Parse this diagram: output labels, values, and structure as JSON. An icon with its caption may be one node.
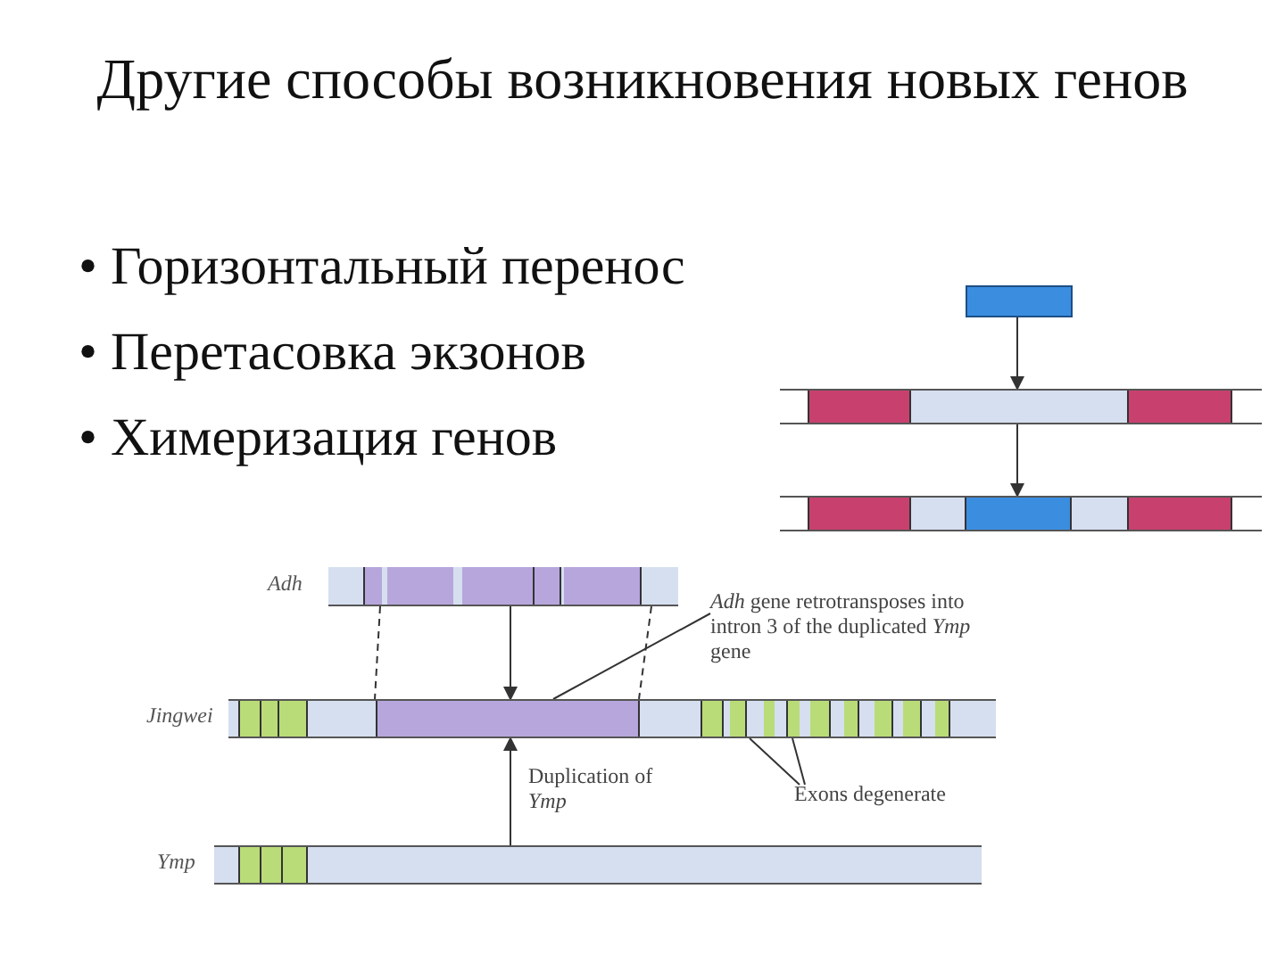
{
  "diagram": {
    "title": "Другие способы возникновения новых генов",
    "nodes": [
      {
        "text": [],
        "shape": "bar"
      },
      {
        "text": [],
        "shape": "bar"
      },
      {
        "text": [],
        "shape": "bar"
      },
      {
        "text": [],
        "shape": "bar",
        "beside": [
          "Adh"
        ]
      },
      {
        "text": [],
        "shape": "bar",
        "beside": [
          "Jingwei"
        ]
      },
      {
        "text": [],
        "shape": "bar",
        "beside": [
          "Ymp"
        ]
      },
      {
        "text": [
          "*Adh* gene retrotransposes into intron 3 of the duplicated *Ymp* gene"
        ]
      },
      {
        "text": [
          "Exons degenerate"
        ]
      }
    ],
    "edges": [
      {
        "from": 0,
        "to": 1,
        "arrow": "to"
      },
      {
        "from": 1,
        "to": 2,
        "arrow": "to"
      },
      {
        "from": 3,
        "to": 4,
        "arrow": "none",
        "style": "dashed"
      },
      {
        "from": 3,
        "to": 4,
        "arrow": "none",
        "style": "dashed"
      },
      {
        "from": 3,
        "to": 4,
        "arrow": "to"
      },
      {
        "from": 5,
        "to": 4,
        "arrow": "to",
        "label": "Duplication of *Ymp*"
      },
      {
        "from": 6,
        "to": 4,
        "arrow": "none"
      },
      {
        "from": 7,
        "to": 4,
        "arrow": "none"
      },
      {
        "from": 7,
        "to": 4,
        "arrow": "none"
      }
    ],
    "labels": [
      "• Горизонтальный перенос",
      "• Перетасовка экзонов",
      "• Химеризация генов"
    ]
  }
}
